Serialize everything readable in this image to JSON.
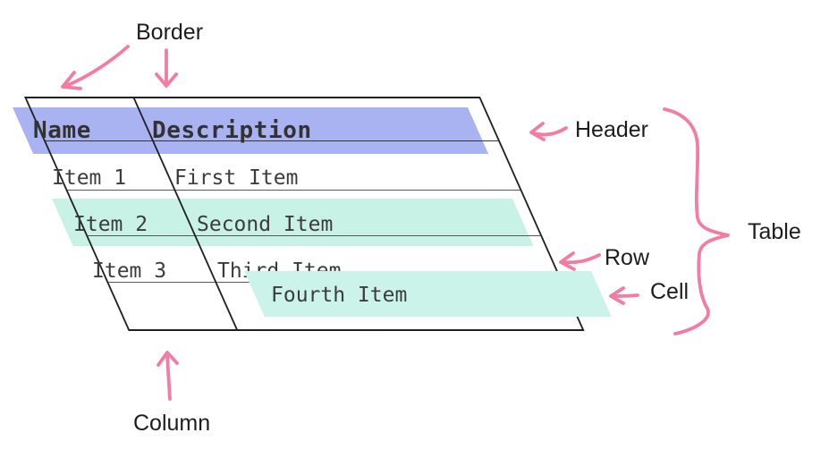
{
  "diagram": {
    "labels": {
      "border": "Border",
      "header": "Header",
      "row": "Row",
      "cell": "Cell",
      "table": "Table",
      "column": "Column"
    },
    "table": {
      "headers": [
        "Name",
        "Description"
      ],
      "rows": [
        {
          "name": "Item 1",
          "description": "First Item"
        },
        {
          "name": "Item 2",
          "description": "Second Item"
        },
        {
          "name": "Item 3",
          "description": "Third Item"
        },
        {
          "name": "",
          "description": "Fourth Item"
        }
      ]
    },
    "colors": {
      "header_highlight": "#aab3f1",
      "row_highlight": "#c9f2e6",
      "cell_highlight": "#ccf3e9",
      "annotation": "#f47ca2",
      "table_text": "#3c3c3c",
      "label_text": "#1d1d1d"
    }
  }
}
